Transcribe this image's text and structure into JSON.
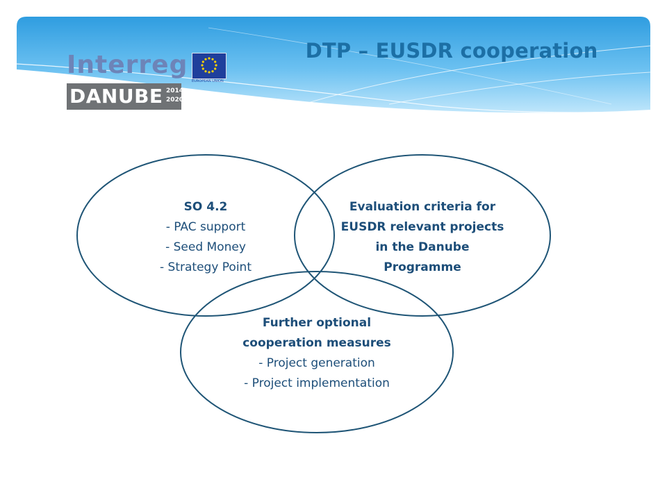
{
  "slide": {
    "title": "DTP – EUSDR cooperation",
    "colors": {
      "accent": "#1c6fa5",
      "circle_stroke": "#1f5576",
      "text": "#1d4e79",
      "banner_top": "#2f9de0",
      "banner_bottom": "#bfe6fb"
    }
  },
  "logo": {
    "brand": "Interreg",
    "eu_label": "EUROPEAN UNION",
    "programme": "DANUBE",
    "year_start": "2014",
    "year_end": "2020"
  },
  "venn": {
    "left": {
      "heading": "SO 4.2",
      "items": [
        "- PAC support",
        "- Seed Money",
        "- Strategy Point"
      ]
    },
    "right": {
      "lines": [
        "Evaluation criteria for",
        "EUSDR relevant projects",
        "in the Danube",
        "Programme"
      ]
    },
    "bottom": {
      "heading_lines": [
        "Further optional",
        "cooperation measures"
      ],
      "items": [
        "- Project generation",
        "- Project implementation"
      ]
    }
  }
}
